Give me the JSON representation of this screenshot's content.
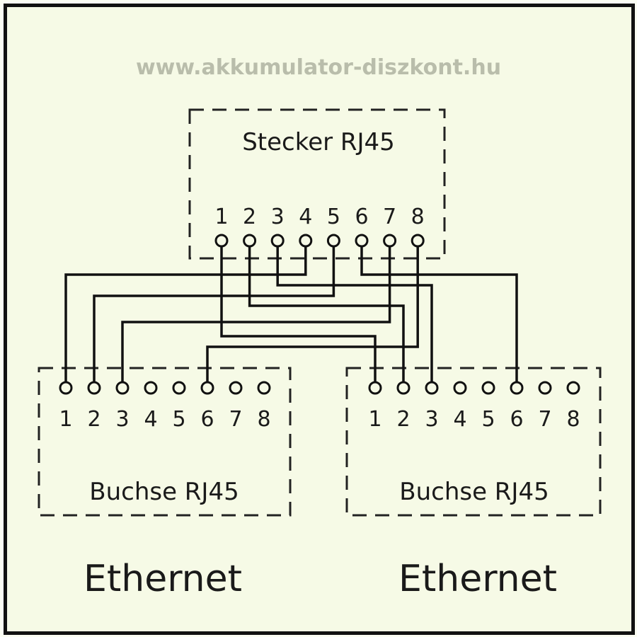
{
  "plug": {
    "title": "Stecker RJ45",
    "pins": [
      "1",
      "2",
      "3",
      "4",
      "5",
      "6",
      "7",
      "8"
    ]
  },
  "socket_left": {
    "title": "Buchse RJ45",
    "caption": "Ethernet",
    "pins": [
      "1",
      "2",
      "3",
      "4",
      "5",
      "6",
      "7",
      "8"
    ]
  },
  "socket_right": {
    "title": "Buchse RJ45",
    "caption": "Ethernet",
    "pins": [
      "1",
      "2",
      "3",
      "4",
      "5",
      "6",
      "7",
      "8"
    ]
  },
  "connections": [
    {
      "plug_pin": 4,
      "socket": "left",
      "socket_pin": 1
    },
    {
      "plug_pin": 6,
      "socket": "right",
      "socket_pin": 6
    },
    {
      "plug_pin": 3,
      "socket": "right",
      "socket_pin": 3
    },
    {
      "plug_pin": 5,
      "socket": "left",
      "socket_pin": 2
    },
    {
      "plug_pin": 2,
      "socket": "right",
      "socket_pin": 2
    },
    {
      "plug_pin": 7,
      "socket": "left",
      "socket_pin": 3
    },
    {
      "plug_pin": 1,
      "socket": "right",
      "socket_pin": 1
    },
    {
      "plug_pin": 8,
      "socket": "left",
      "socket_pin": 6
    }
  ],
  "watermark": "www.akkumulator-diszkont.hu",
  "colors": {
    "background": "#f6fae6",
    "line": "#111111"
  }
}
